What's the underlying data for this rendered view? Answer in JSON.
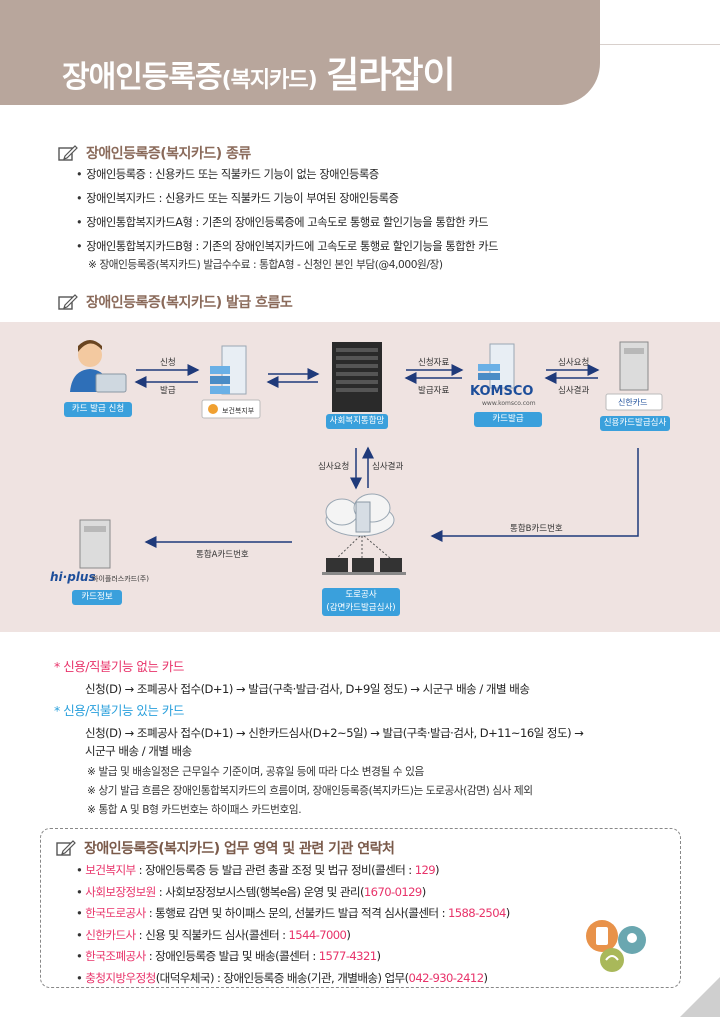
{
  "header": {
    "title_main": "장애인등록증",
    "title_paren": "(복지카드)",
    "title_tail": "길라잡이"
  },
  "section_types": {
    "title": "장애인등록증(복지카드) 종류",
    "items": [
      "장애인등록증 : 신용카드 또는 직불카드 기능이 없는 장애인등록증",
      "장애인복지카드 : 신용카드 또는 직불카드 기능이 부여된 장애인등록증",
      "장애인통합복지카드A형 : 기존의 장애인등록증에 고속도로 통행료 할인기능을 통합한 카드",
      "장애인통합복지카드B형 : 기존의 장애인복지카드에 고속도로 통행료 할인기능을 통합한 카드"
    ],
    "fee_note": "※ 장애인등록증(복지카드) 발급수수료 : 통합A형 - 신청인 본인 부담(@4,000원/장)"
  },
  "section_flow": {
    "title": "장애인등록증(복지카드) 발급 흐름도",
    "nodes": {
      "applicant": "카드 발급 신청",
      "mohw": "보건복지부",
      "ssis": "사회복지통합망",
      "komsco_logo": "KOMSCO",
      "komsco_url": "www.komsco.com",
      "komsco": "카드발급",
      "shinhan_logo": "신한카드",
      "shinhan": "신용카드발급심사",
      "hipass_logo": "hi·plus",
      "hipass_company": "하이플러스카드(주)",
      "hipass": "카드정보",
      "ex_line1": "도로공사",
      "ex_line2": "(감면카드발급심사)"
    },
    "arrows": {
      "apply": "신청",
      "issue": "발급",
      "apply_data": "신청자료",
      "issue_data": "발급자료",
      "review_req": "심사요청",
      "review_res": "심사결과",
      "review_req2": "심사요청",
      "review_res2": "심사결과",
      "b_card": "통합B카드번호",
      "a_card": "통합A카드번호"
    }
  },
  "process": {
    "no_credit_heading": "* 신용/직불기능 없는 카드",
    "no_credit_flow": "신청(D) → 조폐공사 접수(D+1) → 발급(구축·발급·검사, D+9일 정도) → 시군구 배송 / 개별 배송",
    "credit_heading": "* 신용/직불기능 있는 카드",
    "credit_flow_1": "신청(D) → 조폐공사 접수(D+1) → 신한카드심사(D+2~5일) → 발급(구축·발급·검사, D+11~16일 정도) →",
    "credit_flow_2": "시군구 배송 / 개별 배송",
    "notes": [
      "※ 발급 및 배송일정은 근무일수 기준이며, 공휴일 등에 따라 다소 변경될 수 있음",
      "※ 상기 발급 흐름은 장애인통합복지카드의 흐름이며, 장애인등록증(복지카드)는 도로공사(감면) 심사 제외",
      "※ 통합 A 및 B형 카드번호는 하이패스 카드번호임."
    ]
  },
  "contacts": {
    "title": "장애인등록증(복지카드) 업무 영역 및 관련 기관 연락처",
    "items": [
      {
        "org": "보건복지부",
        "desc": " : 장애인등록증 등 발급 관련 총괄 조정 및 법규 정비(콜센터 : ",
        "num": "129",
        "end": ")"
      },
      {
        "org": "사회보장정보원",
        "desc": " : 사회보장정보시스템(행복e음) 운영 및 관리(",
        "num": "1670-0129",
        "end": ")"
      },
      {
        "org": "한국도로공사",
        "desc": " : 통행료 감면 및 하이패스 문의, 선불카드 발급 적격 심사(콜센터 : ",
        "num": "1588-2504",
        "end": ")"
      },
      {
        "org": "신한카드사",
        "desc": " : 신용 및 직불카드 심사(콜센터 : ",
        "num": "1544-7000",
        "end": ")"
      },
      {
        "org": "한국조폐공사",
        "desc": " : 장애인등록증 발급 및 배송(콜센터 : ",
        "num": "1577-4321",
        "end": ")"
      },
      {
        "org": "충청지방우정청",
        "desc": "(대덕우체국) : 장애인등록증 배송(기관, 개별배송) 업무(",
        "num": "042-930-2412",
        "end": ")"
      }
    ]
  },
  "colors": {
    "banner": "#b8a69c",
    "diagram_bg": "#efe3e1",
    "label_blue": "#3aa0dc",
    "accent_red": "#e8336a",
    "accent_blue": "#2aa0dc",
    "arrow_navy": "#1f3a7a"
  }
}
